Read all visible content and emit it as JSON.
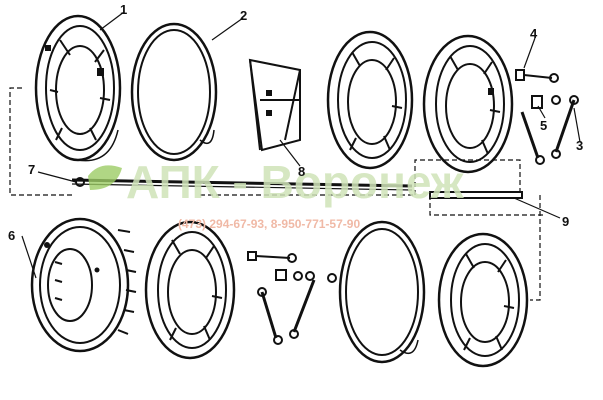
{
  "diagram": {
    "callouts": [
      "1",
      "2",
      "3",
      "4",
      "5",
      "6",
      "7",
      "8",
      "9"
    ],
    "parts": [
      {
        "id": "1",
        "name": "ring-plate-upper-left"
      },
      {
        "id": "2",
        "name": "friction-ring-upper"
      },
      {
        "id": "3",
        "name": "link-small"
      },
      {
        "id": "4",
        "name": "bolt"
      },
      {
        "id": "5",
        "name": "bushing"
      },
      {
        "id": "6",
        "name": "finned-hub-disc"
      },
      {
        "id": "7",
        "name": "long-rod"
      },
      {
        "id": "8",
        "name": "bracket"
      },
      {
        "id": "9",
        "name": "long-pin"
      }
    ]
  },
  "watermark": {
    "title": "АПК - Воронеж",
    "phone": "(473) 294-67-93, 8-950-771-57-90",
    "leaf_color": "#9ccc65"
  },
  "colors": {
    "ink": "#111111",
    "watermark_green": "#cfe3b8",
    "watermark_red": "#f0b9a6"
  }
}
